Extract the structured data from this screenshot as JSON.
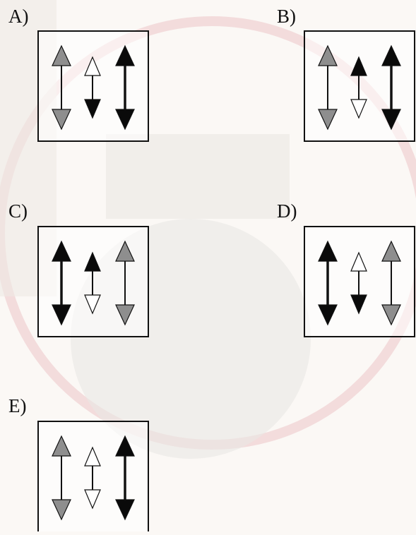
{
  "options": [
    {
      "label": "A)",
      "arrows": [
        {
          "up": "gray",
          "down": "gray",
          "size": "large",
          "line": "thin"
        },
        {
          "up": "white",
          "down": "black",
          "size": "small",
          "line": "thin"
        },
        {
          "up": "black",
          "down": "black",
          "size": "large",
          "line": "thick"
        }
      ]
    },
    {
      "label": "B)",
      "arrows": [
        {
          "up": "gray",
          "down": "gray",
          "size": "large",
          "line": "thin"
        },
        {
          "up": "black",
          "down": "white",
          "size": "small",
          "line": "thin"
        },
        {
          "up": "black",
          "down": "black",
          "size": "large",
          "line": "thick"
        }
      ]
    },
    {
      "label": "C)",
      "arrows": [
        {
          "up": "black",
          "down": "black",
          "size": "large",
          "line": "thick"
        },
        {
          "up": "black",
          "down": "white",
          "size": "small",
          "line": "thin"
        },
        {
          "up": "gray",
          "down": "gray",
          "size": "large",
          "line": "thin"
        }
      ]
    },
    {
      "label": "D)",
      "arrows": [
        {
          "up": "black",
          "down": "black",
          "size": "large",
          "line": "thick"
        },
        {
          "up": "white",
          "down": "black",
          "size": "small",
          "line": "thin"
        },
        {
          "up": "gray",
          "down": "gray",
          "size": "large",
          "line": "thin"
        }
      ]
    },
    {
      "label": "E)",
      "arrows": [
        {
          "up": "gray",
          "down": "gray",
          "size": "large",
          "line": "thin"
        },
        {
          "up": "white",
          "down": "white",
          "size": "small",
          "line": "thin"
        },
        {
          "up": "black",
          "down": "black",
          "size": "large",
          "line": "thick"
        }
      ]
    }
  ],
  "colors": {
    "black": "#0a0a0a",
    "gray": "#8e8e8e",
    "white": "#ffffff",
    "stroke": "#111111"
  }
}
